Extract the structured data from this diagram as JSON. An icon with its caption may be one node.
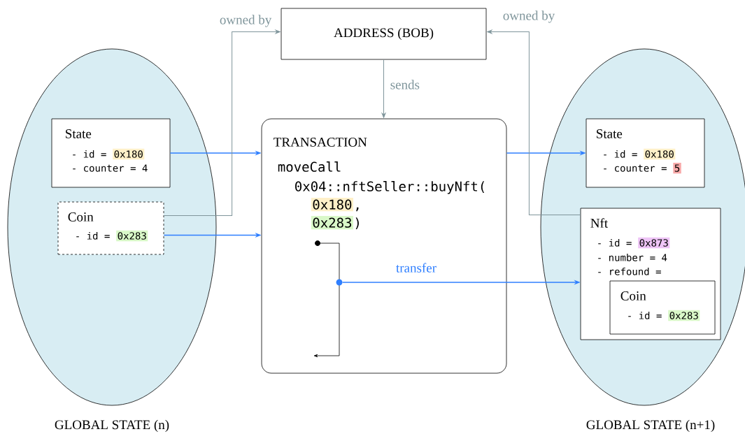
{
  "diagram": {
    "nodes": [
      {
        "text": [
          "GLOBAL STATE (n)"
        ]
      },
      {
        "text": [
          "State",
          "- id =",
          "0x180",
          "- counter = 4"
        ],
        "in": 0
      },
      {
        "text": [
          "Coin",
          "- id =",
          "0x283"
        ],
        "in": 0
      },
      {
        "text": [
          "ADDRESS (BOB)"
        ]
      },
      {
        "text": [
          "TRANSACTION",
          "moveCall",
          "0x04::nftSeller::buyNft(",
          "0x180",
          ",",
          "0x283",
          ")"
        ]
      },
      {
        "text": [
          "GLOBAL STATE (n+1)"
        ]
      },
      {
        "text": [
          "State",
          "- id =",
          "0x180",
          "- counter =",
          "5"
        ],
        "in": 5
      },
      {
        "text": [
          "Nft",
          "- id =",
          "0x873",
          "- number = 4",
          "- refound ="
        ],
        "in": 5
      },
      {
        "text": [
          "Coin",
          "- id =",
          "0x283"
        ],
        "in": 7
      },
      {
        "text": [],
        "shape": "circle",
        "in": 4
      }
    ],
    "edges": [
      {
        "from": 1,
        "to": 4,
        "arrow": "to"
      },
      {
        "from": 2,
        "to": 4,
        "arrow": "to"
      },
      {
        "from": 2,
        "to": 3,
        "arrow": "to",
        "label": "owned by",
        "color": "#7f959b"
      },
      {
        "from": 3,
        "to": 4,
        "arrow": "to",
        "label": "sends",
        "color": "#7f959b"
      },
      {
        "from": 4,
        "to": 6,
        "arrow": "to"
      },
      {
        "from": 7,
        "to": 3,
        "arrow": "to",
        "label": "owned by",
        "color": "#7f959b"
      },
      {
        "from": 9,
        "to": 7,
        "arrow": "to",
        "label": "transfer"
      }
    ]
  }
}
